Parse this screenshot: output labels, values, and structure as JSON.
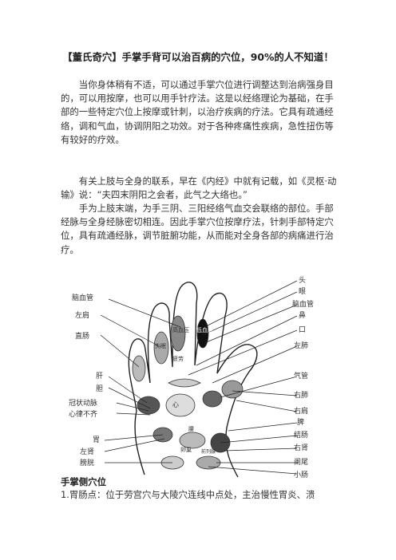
{
  "article": {
    "title": "【董氏奇穴】手掌手背可以治百病的穴位，90%的人不知道！",
    "paragraphs": [
      "当你身体稍有不适，可以通过手掌穴位进行调整达到治病强身目的，可以用按摩，也可以用手针疗法。这是以经络理论为基础，在手部的一些特定穴位上按摩或针刺，以治疗疾病的疗法。它具有疏通经络，调和气血，协调阴阳之功效。对于各种疼痛性疾病，急性扭伤等有较好的疗效。",
      "有关上肢与全身的联系，早在《内经》中就有记载，如《灵枢·动输》说：“夫四末阴阳之会者，此气之大络也。”",
      "手为上肢末端，为手三阴、三阳经络气血交会联络的部位。手部经脉与全身经脉密切相连。因此手掌穴位按摩疗法，针刺手部特定穴位，具有疏通经脉，调节脏腑功能，从而能对全身各部的病痛进行治疗。"
    ],
    "section_heading": "手掌侧穴位",
    "list_item": "1.胃肠点：位于劳宫穴与大陵穴连线中点处，主治慢性胃炎、溃"
  },
  "figure": {
    "left_labels": [
      "脑血管",
      "左肩",
      "直肠",
      "肝",
      "胆",
      "冠状动脉",
      "心律不齐",
      "胃",
      "左肾",
      "膀胱"
    ],
    "right_labels": [
      "头",
      "眼",
      "脑血管",
      "鼻",
      "口",
      "左肺",
      "气管",
      "右肺",
      "右肩",
      "脾",
      "结肠",
      "右肾",
      "阑尾",
      "小肠"
    ],
    "inner_labels": [
      "高血压",
      "低血压",
      "失眠",
      "疲劳",
      "心",
      "腰",
      "卵巢",
      "前列腺"
    ]
  }
}
